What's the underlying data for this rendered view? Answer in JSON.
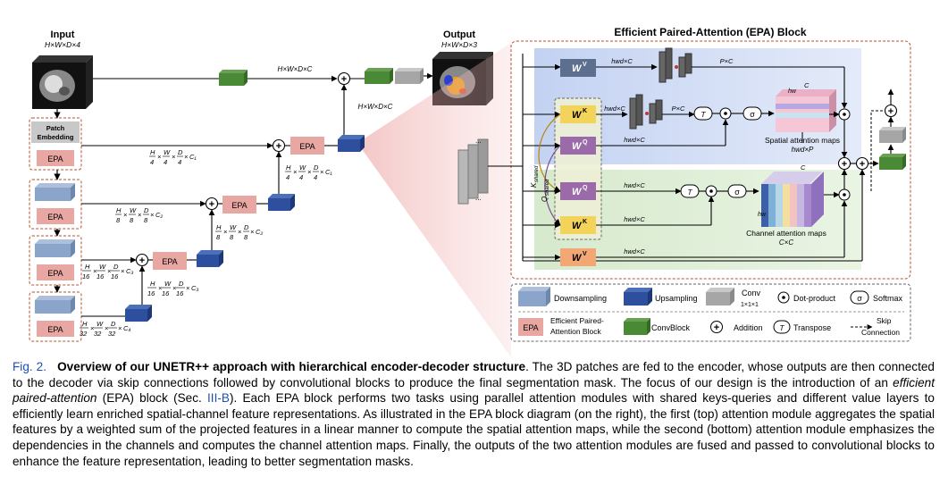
{
  "labels": {
    "input": "Input",
    "input_dims": "H×W×D×4",
    "output": "Output",
    "output_dims": "H×W×D×3",
    "patch_embedding_line1": "Patch",
    "patch_embedding_line2": "Embedding",
    "epa": "EPA",
    "skip_dims_top": "H×W×D×C",
    "up_dims_top": "H×W×D×C",
    "dec4_dims": "C₁",
    "dec3_dims": "C₂",
    "dec2_dims": "C₃",
    "enc_c1": "C₁",
    "enc_c2": "C₂",
    "enc_c3": "C₃",
    "enc_c4": "C₄"
  },
  "fractions": {
    "enc1": [
      "H",
      "4",
      "W",
      "4",
      "D",
      "4",
      "C₁"
    ],
    "enc2": [
      "H",
      "8",
      "W",
      "8",
      "D",
      "8",
      "C₂"
    ],
    "enc3": [
      "H",
      "16",
      "W",
      "16",
      "D",
      "16",
      "C₃"
    ],
    "enc4": [
      "H",
      "32",
      "W",
      "32",
      "D",
      "32",
      "C₄"
    ],
    "dec1": [
      "H",
      "4",
      "W",
      "4",
      "D",
      "4",
      "C₁"
    ],
    "dec2": [
      "H",
      "8",
      "W",
      "8",
      "D",
      "8",
      "C₂"
    ],
    "dec3": [
      "H",
      "16",
      "W",
      "16",
      "D",
      "16",
      "C₃"
    ]
  },
  "epa_block": {
    "title": "Efficient Paired-Attention (EPA) Block",
    "wv": "W",
    "wk": "W",
    "wq": "W",
    "sup_v": "V",
    "sup_k": "K",
    "sup_q": "Q",
    "hwd_c": "hwd×C",
    "p_c": "P×C",
    "k_shared": "K",
    "q_shared": "Q",
    "shared_sub": "shared",
    "transpose_glyph": "T",
    "sigma_glyph": "σ",
    "dot_glyph": "⊙",
    "plus_glyph": "+",
    "spatial_maps": "Spatial attention maps",
    "spatial_dims": "hwd×P",
    "channel_maps": "Channel attention maps",
    "channel_dims": "C×C",
    "c_label": "C",
    "hw_label": "hw"
  },
  "legend": {
    "downsampling": "Downsampling",
    "upsampling": "Upsampling",
    "conv": "Conv",
    "conv_size": "1×1×1",
    "dot_product": "Dot-product",
    "softmax": "Softmax",
    "epa_full_line1": "Efficient Paired-",
    "epa_full_line2": "Attention Block",
    "convblock": "ConvBlock",
    "addition": "Addition",
    "transpose": "Transpose",
    "skip_line1": "Skip",
    "skip_line2": "Connection",
    "sigma_glyph": "σ",
    "t_glyph": "T",
    "dot_glyph": "⊙",
    "plus_glyph": "⊕"
  },
  "caption": {
    "label": "Fig. 2.",
    "bold": "Overview of our UNETR++ approach with hierarchical encoder-decoder structure",
    "part1": ". The 3D patches are fed to the encoder, whose outputs are then connected to the decoder via skip connections followed by convolutional blocks to produce the final segmentation mask. The focus of our design is the introduction of an ",
    "italic": "efficient paired-attention",
    "part2": " (EPA) block (Sec. ",
    "ref": "III-B",
    "part3": "). Each EPA block performs two tasks using parallel attention modules with shared keys-queries and different value layers to efficiently learn enriched spatial-channel feature representations. As illustrated in the EPA block diagram (on the right), the first (top) attention module aggregates the spatial features by a weighted sum of the projected features in a linear manner to compute the spatial attention maps, while the second (bottom) attention module emphasizes the dependencies in the channels and computes the channel attention maps. Finally, the outputs of the two attention modules are fused and passed to convolutional blocks to enhance the feature representation, leading to better segmentation masks."
  },
  "colors": {
    "epa_fill": "#e8a7a2",
    "down_fill": "#8ba4c9",
    "up_fill": "#2d4f9e",
    "conv_fill": "#a6a6a6",
    "convblock_fill": "#4a8a36",
    "wv_fill": "#f3a775",
    "wk_fill": "#f4d35a",
    "wq_fill": "#9a6ba8",
    "wv_top_fill": "#5c6f8f",
    "spatial_bg": "#c7d5f2",
    "channel_bg": "#d9ecd0",
    "caption_blue": "#1f4fb4"
  }
}
